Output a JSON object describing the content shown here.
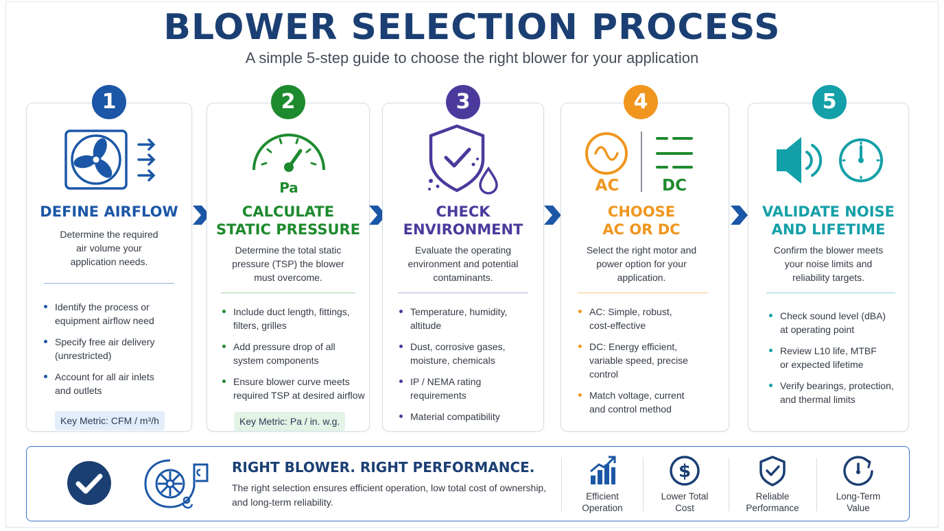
{
  "title": "BLOWER SELECTION PROCESS",
  "subtitle": "A simple 5-step guide to choose the right blower for your application",
  "steps": [
    {
      "number": "1",
      "heading": "DEFINE AIRFLOW",
      "description": "Determine the required\nair volume your\napplication needs.",
      "bullets": [
        "Identify the process or\nequipment airflow need",
        "Specify free air delivery\n(unrestricted)",
        "Account for all air inlets\nand outlets"
      ],
      "metric": "Key Metric: CFM / m³/h",
      "color": "#1b57a6"
    },
    {
      "number": "2",
      "heading": "CALCULATE\nSTATIC PRESSURE",
      "icon_label": "Pa",
      "description": "Determine the total static\npressure (TSP) the blower\nmust overcome.",
      "bullets": [
        "Include duct length, fittings,\nfilters, grilles",
        "Add pressure drop of all\nsystem components",
        "Ensure blower curve meets\nrequired TSP at desired airflow"
      ],
      "metric": "Key Metric: Pa / in. w.g.",
      "color": "#1e8a2e"
    },
    {
      "number": "3",
      "heading": "CHECK\nENVIRONMENT",
      "description": "Evaluate the operating\nenvironment and potential\ncontaminants.",
      "bullets": [
        "Temperature, humidity,\naltitude",
        "Dust, corrosive gases,\nmoisture, chemicals",
        "IP / NEMA rating\nrequirements",
        "Material compatibility"
      ],
      "color": "#4b3a9c"
    },
    {
      "number": "4",
      "heading": "CHOOSE\nAC OR DC",
      "icon_labels": [
        "AC",
        "DC"
      ],
      "description": "Select the right motor and\npower option for your\napplication.",
      "bullets": [
        "AC: Simple, robust,\ncost-effective",
        "DC: Energy efficient,\nvariable speed, precise\ncontrol",
        "Match voltage, current\nand control method"
      ],
      "color": "#f0961e"
    },
    {
      "number": "5",
      "heading": "VALIDATE NOISE\nAND LIFETIME",
      "description": "Confirm the blower meets\nyour noise limits and\nreliability targets.",
      "bullets": [
        "Check sound level (dBA)\nat operating point",
        "Review L10 life, MTBF\nor expected lifetime",
        "Verify bearings, protection,\nand thermal limits"
      ],
      "color": "#14a0a8"
    }
  ],
  "summary": {
    "title": "RIGHT BLOWER. RIGHT PERFORMANCE.",
    "text": "The right selection ensures efficient operation, low total cost of ownership, and long-term reliability.",
    "benefits": [
      "Efficient\nOperation",
      "Lower Total\nCost",
      "Reliable\nPerformance",
      "Long-Term\nValue"
    ]
  },
  "colors": {
    "navy": "#1b3f73",
    "blue": "#1b57a6",
    "green": "#1e8a2e",
    "purple": "#4b3a9c",
    "orange": "#f0961e",
    "teal": "#14a0a8",
    "accent_border": "#3a6fc7"
  },
  "icons": [
    "fan-icon",
    "pressure-gauge-icon",
    "shield-check-icon",
    "ac-dc-icon",
    "speaker-clock-icon",
    "checkmark-circle-icon",
    "blower-icon",
    "bar-chart-icon",
    "dollar-icon",
    "shield-icon",
    "clock-icon"
  ]
}
